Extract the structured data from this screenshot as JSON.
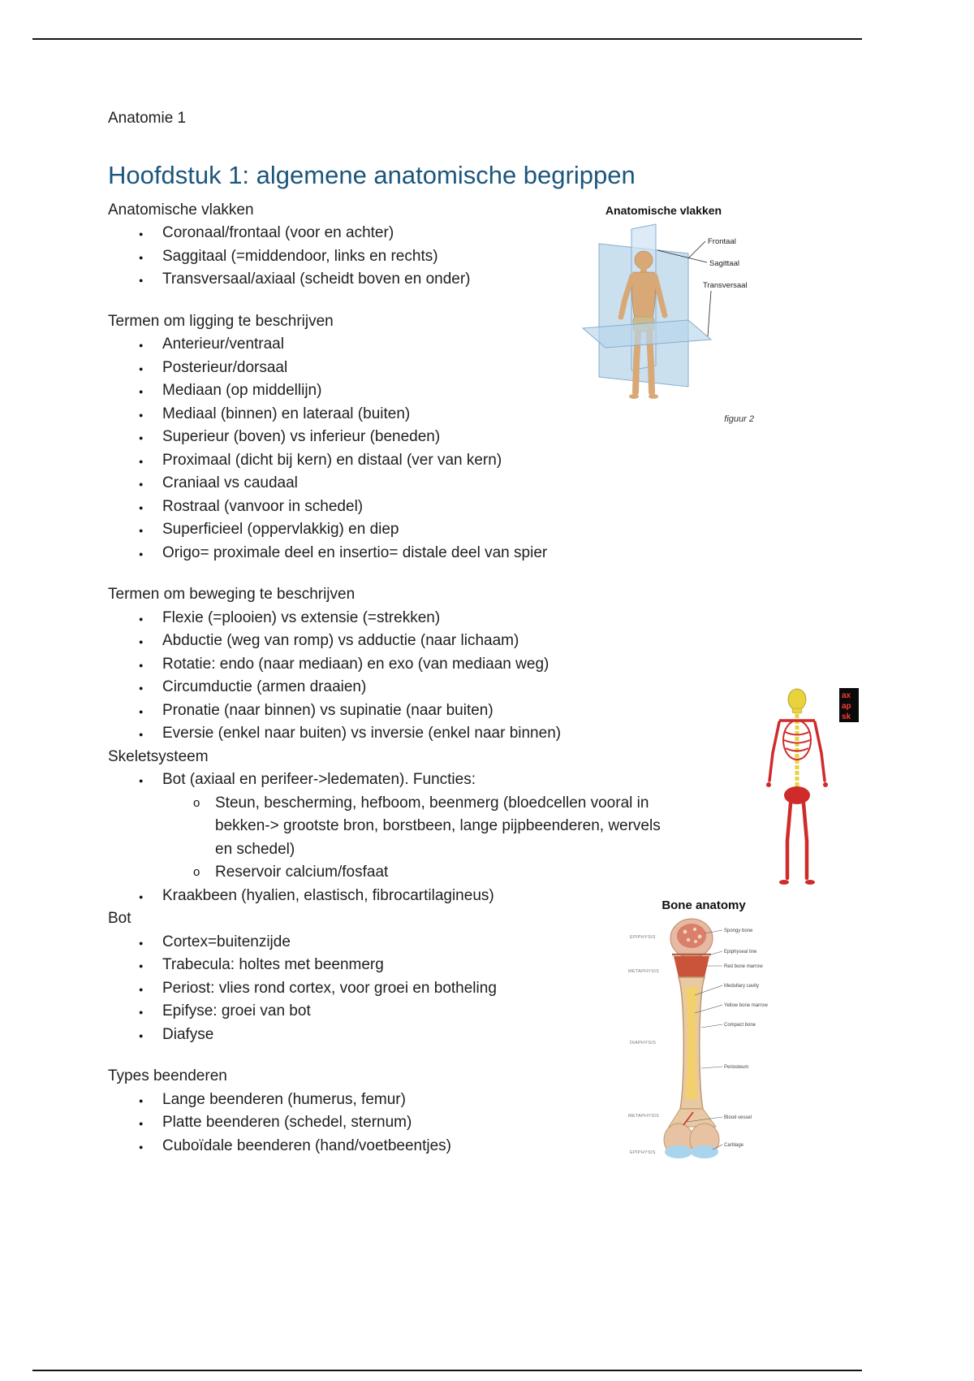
{
  "page": {
    "doc_label": "Anatomie 1",
    "heading": "Hoofdstuk 1: algemene anatomische begrippen"
  },
  "colors": {
    "heading_blue": "#1b567c",
    "plane_blue": "#b9d5ea",
    "skeleton_red": "#cf2b2b",
    "skeleton_yellow": "#e9d23c",
    "bone_tan": "#e8c9a4"
  },
  "sections": {
    "vlakken": {
      "title": "Anatomische vlakken",
      "items": [
        "Coronaal/frontaal (voor en achter)",
        "Saggitaal (=middendoor, links en rechts)",
        "Transversaal/axiaal (scheidt boven en onder)"
      ]
    },
    "ligging": {
      "title": "Termen om ligging te beschrijven",
      "items": [
        "Anterieur/ventraal",
        "Posterieur/dorsaal",
        "Mediaan (op middellijn)",
        "Mediaal (binnen) en lateraal (buiten)",
        "Superieur (boven) vs inferieur (beneden)",
        "Proximaal (dicht bij kern) en distaal (ver van kern)",
        "Craniaal vs caudaal",
        "Rostraal (vanvoor in schedel)",
        "Superficieel (oppervlakkig) en diep",
        "Origo= proximale deel en insertio= distale deel van spier"
      ]
    },
    "beweging": {
      "title": "Termen om beweging te beschrijven",
      "items": [
        "Flexie (=plooien) vs extensie (=strekken)",
        "Abductie (weg van romp) vs adductie (naar lichaam)",
        "Rotatie: endo (naar mediaan) en exo (van mediaan weg)",
        "Circumductie (armen draaien)",
        "Pronatie (naar binnen) vs supinatie (naar buiten)",
        "Eversie (enkel naar buiten) vs inversie (enkel naar binnen)"
      ]
    },
    "skelet": {
      "title": "Skeletsysteem",
      "item_bot": "Bot (axiaal en perifeer->ledematen). Functies:",
      "sub_items": [
        "Steun, bescherming, hefboom, beenmerg (bloedcellen vooral in bekken-> grootste bron, borstbeen, lange pijpbeenderen, wervels en schedel)",
        "Reservoir calcium/fosfaat"
      ],
      "item_kraakbeen": "Kraakbeen (hyalien, elastisch, fibrocartilagineus)"
    },
    "bot": {
      "title": "Bot",
      "items": [
        "Cortex=buitenzijde",
        "Trabecula: holtes met beenmerg",
        "Periost: vlies rond cortex, voor groei en botheling",
        "Epifyse: groei van bot",
        "Diafyse"
      ]
    },
    "types": {
      "title": "Types beenderen",
      "items": [
        "Lange beenderen (humerus, femur)",
        "Platte beenderen (schedel, sternum)",
        "Cuboïdale beenderen (hand/voetbeentjes)"
      ]
    }
  },
  "figures": {
    "planes": {
      "title": "Anatomische vlakken",
      "labels": [
        "Frontaal",
        "Sagittaal",
        "Transversaal"
      ],
      "caption": "figuur 2"
    },
    "skeleton": {
      "legend": [
        "ax",
        "ap",
        "sk"
      ]
    },
    "bone": {
      "title": "Bone anatomy",
      "left_labels": [
        "EPIPHYSIS",
        "METAPHYSIS",
        "DIAPHYSIS",
        "METAPHYSIS",
        "EPIPHYSIS"
      ],
      "right_labels": [
        "Spongy bone",
        "Epiphyseal line",
        "Red bone marrow",
        "Medullary cavity",
        "Yellow bone marrow",
        "Compact bone",
        "Periosteum",
        "Blood vessel",
        "Cartilage"
      ]
    }
  }
}
